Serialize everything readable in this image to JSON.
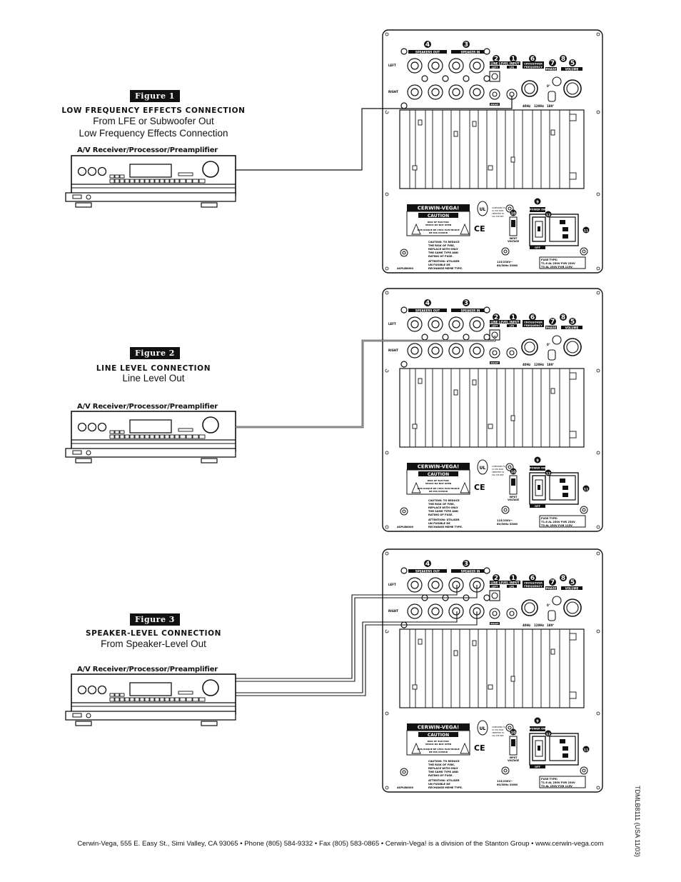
{
  "figures": [
    {
      "badge": "Figure 1",
      "title": "LOW FREQUENCY EFFECTS CONNECTION",
      "subtitle_lines": [
        "From LFE or Subwoofer Out",
        "Low Frequency Effects Connection"
      ],
      "receiver_label": "A/V Receiver/Processor/Preamplifier"
    },
    {
      "badge": "Figure 2",
      "title": "LINE LEVEL CONNECTION",
      "subtitle_lines": [
        "Line Level Out"
      ],
      "receiver_label": "A/V Receiver/Processor/Preamplifier"
    },
    {
      "badge": "Figure 3",
      "title": "SPEAKER-LEVEL CONNECTION",
      "subtitle_lines": [
        "From Speaker-Level Out"
      ],
      "receiver_label": "A/V Receiver/Processor/Preamplifier"
    }
  ],
  "panel": {
    "speakers_out": "SPEAKERS OUT",
    "speakers_in": "SPEAKER IN",
    "left": "LEFT",
    "right": "RIGHT",
    "line_level_input": "LINE LEVEL INPUT",
    "left_small": "LEFT",
    "lfe": "LFE",
    "crossover": "CROSSOVER FREQUENCY",
    "phase": "PHASE",
    "volume": "VOLUME",
    "hz40": "40Hz",
    "hz120": "120Hz",
    "deg0": "0°",
    "deg180": "180°",
    "brand": "CERWIN-VEGA!",
    "caution": "CAUTION",
    "risk": "RISK OF ELECTRIC SHOCK DO NOT OPEN",
    "avis": "AVIS RISQUE DE CHOC ELECTRIQUE NE PAS OUVRIR",
    "caution_fuse": "CAUTION: TO REDUCE THE RISK OF FIRE, REPLACE WITH ONLY THE SAME TYPE AND RATING OF FUSE.",
    "attention": "ATTENTION: UTILISER UN FUSIBLE DE RECHANGE MEME TYPE.",
    "model": "ASPLB8000",
    "power": "POWER ON",
    "off": "OFF",
    "input_voltage": "INPUT VOLTAGE",
    "voltage_rating": "115/230V~ 60/50Hz 330W",
    "fuse_type": "FUSE TYPE: T1.6 AL 250V FOR 230V T3 AL 250V FOR 115V",
    "numbers": [
      "4",
      "3",
      "2",
      "1",
      "6",
      "7",
      "8",
      "5",
      "9",
      "10",
      "12",
      "11"
    ]
  },
  "footer": "Cerwin-Vega, 555 E. Easy St., Simi Valley, CA 93065 • Phone (805) 584-9332 • Fax (805) 583-0865 • Cerwin-Vega! is a division of the Stanton Group • www.cerwin-vega.com",
  "side_code": "TDMLB8111 (USA 11/03)"
}
